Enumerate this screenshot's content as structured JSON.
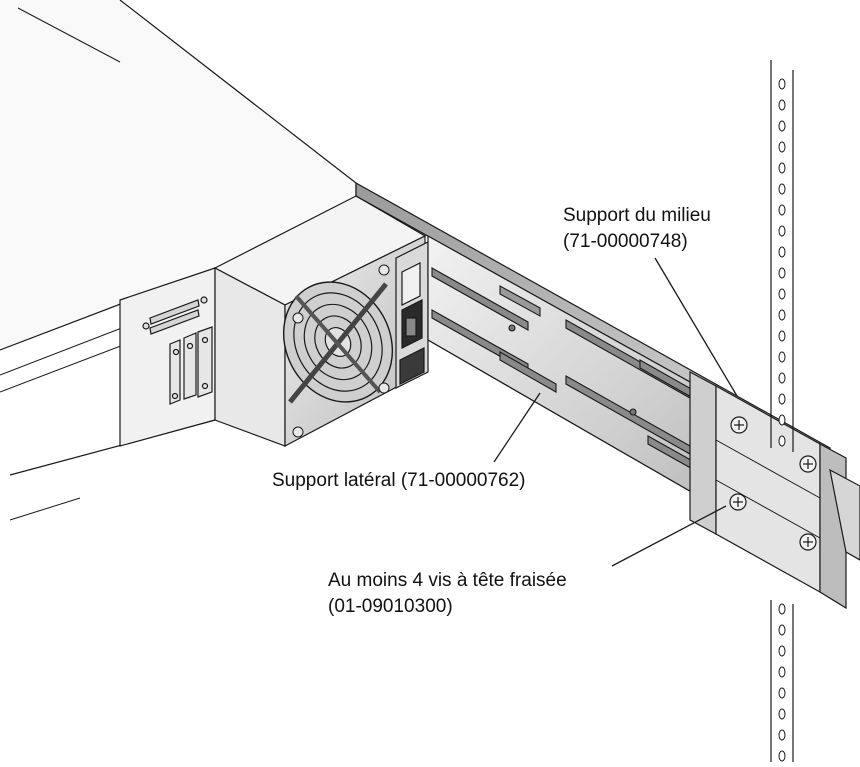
{
  "figure": {
    "callouts": {
      "middle_bracket": {
        "name": "Support du milieu",
        "part": "(71-00000748)"
      },
      "side_bracket": {
        "text": "Support latéral (71-00000762)"
      },
      "screws": {
        "name": "Au moins 4 vis à tête fraisée",
        "part": "(01-09010300)"
      }
    },
    "colors": {
      "line": "#1a1a1a",
      "rail_light": "#e9e9e9",
      "rail_mid": "#bcbcbc",
      "rail_dark": "#8a8a8a",
      "chassis_top": "#f7f7f7",
      "fan_face": "#dcdcdc"
    },
    "icons": [
      "fan-icon",
      "power-inlet-icon",
      "screw-icon",
      "rack-hole-icon"
    ]
  }
}
